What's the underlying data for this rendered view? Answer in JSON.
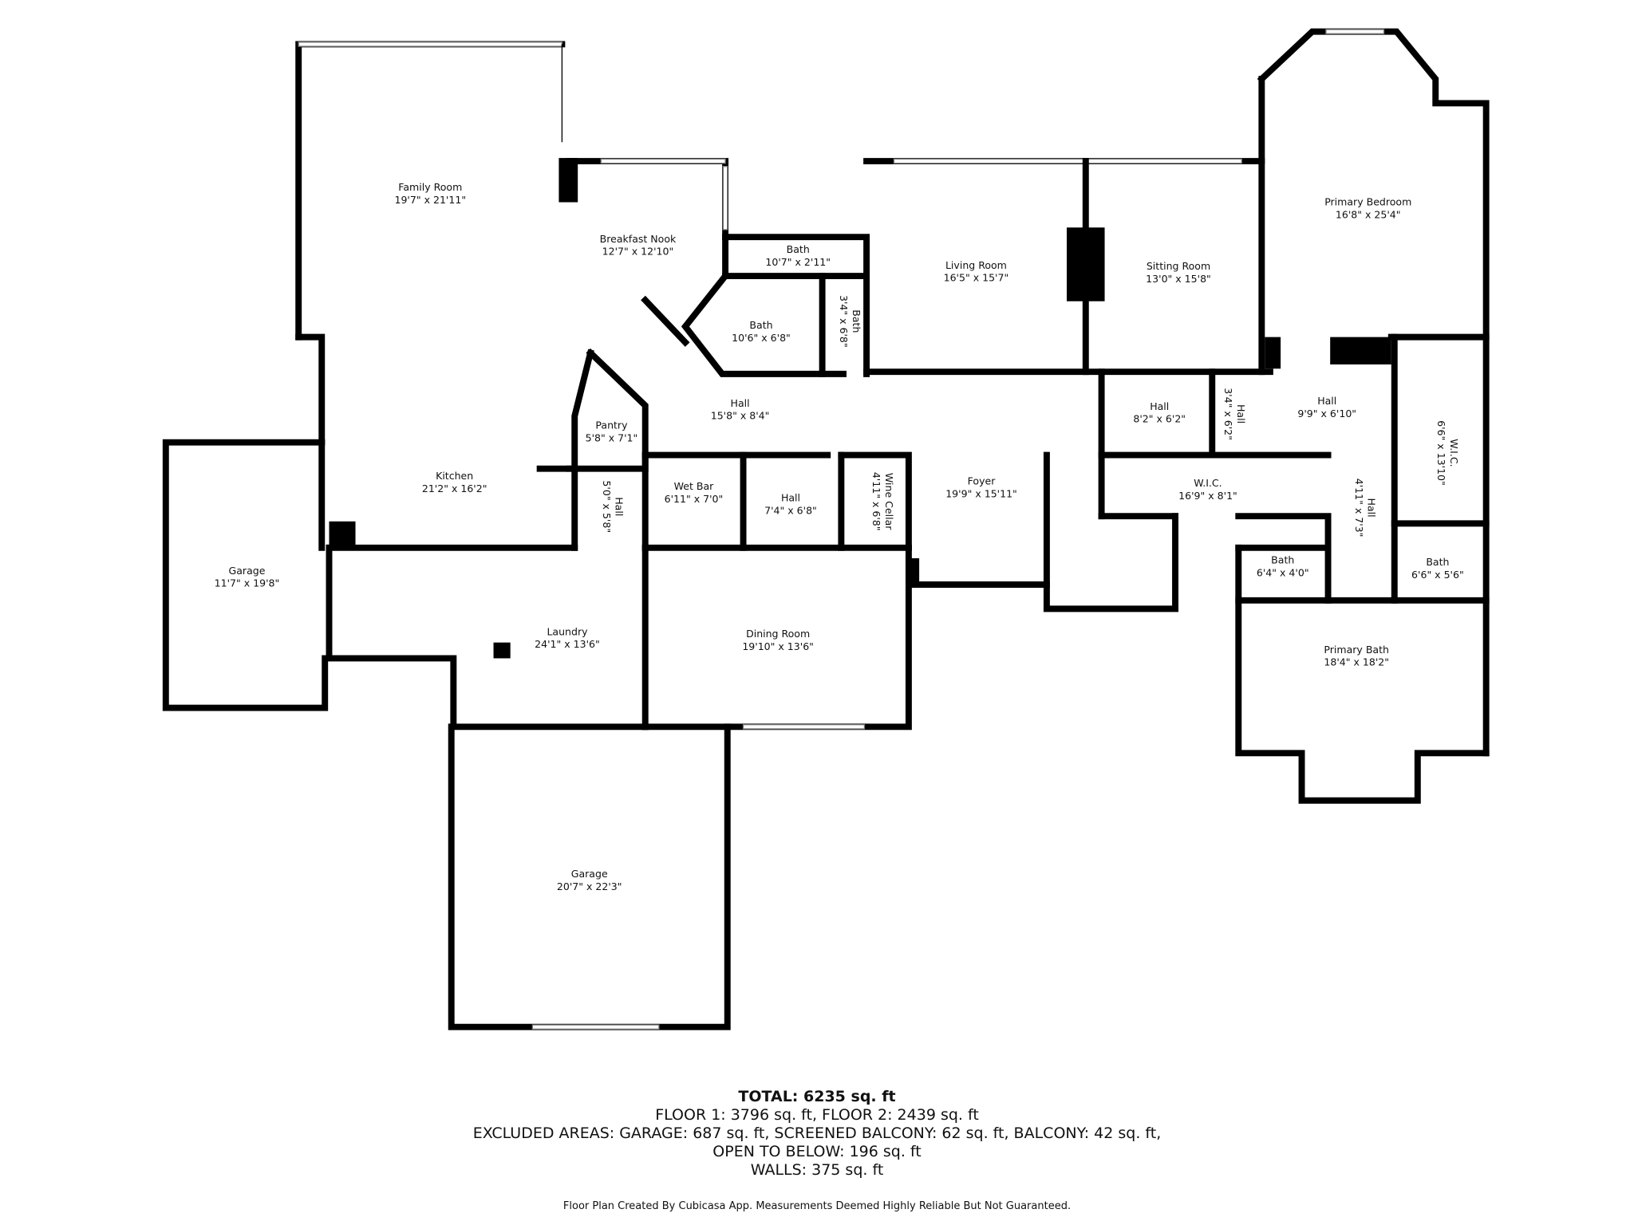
{
  "rooms": {
    "family_room": {
      "name": "Family Room",
      "dims": "19'7\" x 21'11\""
    },
    "breakfast_nook": {
      "name": "Breakfast Nook",
      "dims": "12'7\" x 12'10\""
    },
    "bath_1": {
      "name": "Bath",
      "dims": "10'7\" x 2'11\""
    },
    "bath_2": {
      "name": "Bath",
      "dims": "10'6\" x 6'8\""
    },
    "bath_3": {
      "name": "Bath",
      "dims": "3'4\" x 6'8\""
    },
    "living_room": {
      "name": "Living Room",
      "dims": "16'5\" x 15'7\""
    },
    "sitting_room": {
      "name": "Sitting Room",
      "dims": "13'0\" x 15'8\""
    },
    "primary_bedroom": {
      "name": "Primary Bedroom",
      "dims": "16'8\" x 25'4\""
    },
    "hall_1": {
      "name": "Hall",
      "dims": "15'8\" x 8'4\""
    },
    "pantry": {
      "name": "Pantry",
      "dims": "5'8\" x 7'1\""
    },
    "kitchen": {
      "name": "Kitchen",
      "dims": "21'2\" x 16'2\""
    },
    "hall_2": {
      "name": "Hall",
      "dims": "5'0\" x 5'8\""
    },
    "wet_bar": {
      "name": "Wet Bar",
      "dims": "6'11\" x 7'0\""
    },
    "hall_3": {
      "name": "Hall",
      "dims": "7'4\" x 6'8\""
    },
    "wine_cellar": {
      "name": "Wine Cellar",
      "dims": "4'11\" x 6'8\""
    },
    "foyer": {
      "name": "Foyer",
      "dims": "19'9\" x 15'11\""
    },
    "hall_4": {
      "name": "Hall",
      "dims": "8'2\" x 6'2\""
    },
    "hall_5": {
      "name": "Hall",
      "dims": "3'4\" x 6'2\""
    },
    "hall_6": {
      "name": "Hall",
      "dims": "9'9\" x 6'10\""
    },
    "wic_1": {
      "name": "W.I.C.",
      "dims": "16'9\" x 8'1\""
    },
    "wic_2": {
      "name": "W.I.C.",
      "dims": "6'6\" x 13'10\""
    },
    "hall_7": {
      "name": "Hall",
      "dims": "4'11\" x 7'3\""
    },
    "bath_4": {
      "name": "Bath",
      "dims": "6'4\" x 4'0\""
    },
    "bath_5": {
      "name": "Bath",
      "dims": "6'6\" x 5'6\""
    },
    "primary_bath": {
      "name": "Primary Bath",
      "dims": "18'4\" x 18'2\""
    },
    "garage_1": {
      "name": "Garage",
      "dims": "11'7\" x 19'8\""
    },
    "laundry": {
      "name": "Laundry",
      "dims": "24'1\" x 13'6\""
    },
    "dining_room": {
      "name": "Dining Room",
      "dims": "19'10\" x 13'6\""
    },
    "garage_2": {
      "name": "Garage",
      "dims": "20'7\" x 22'3\""
    }
  },
  "summary": {
    "total": "TOTAL: 6235 sq. ft",
    "floors": "FLOOR 1: 3796 sq. ft, FLOOR 2: 2439 sq. ft",
    "excluded": "EXCLUDED AREAS: GARAGE: 687 sq. ft, SCREENED BALCONY: 62 sq. ft, BALCONY: 42 sq. ft,",
    "open_to_below": "OPEN TO BELOW: 196 sq. ft",
    "walls": "WALLS: 375 sq. ft"
  },
  "credit": "Floor Plan Created By Cubicasa App. Measurements Deemed Highly Reliable But Not Guaranteed."
}
